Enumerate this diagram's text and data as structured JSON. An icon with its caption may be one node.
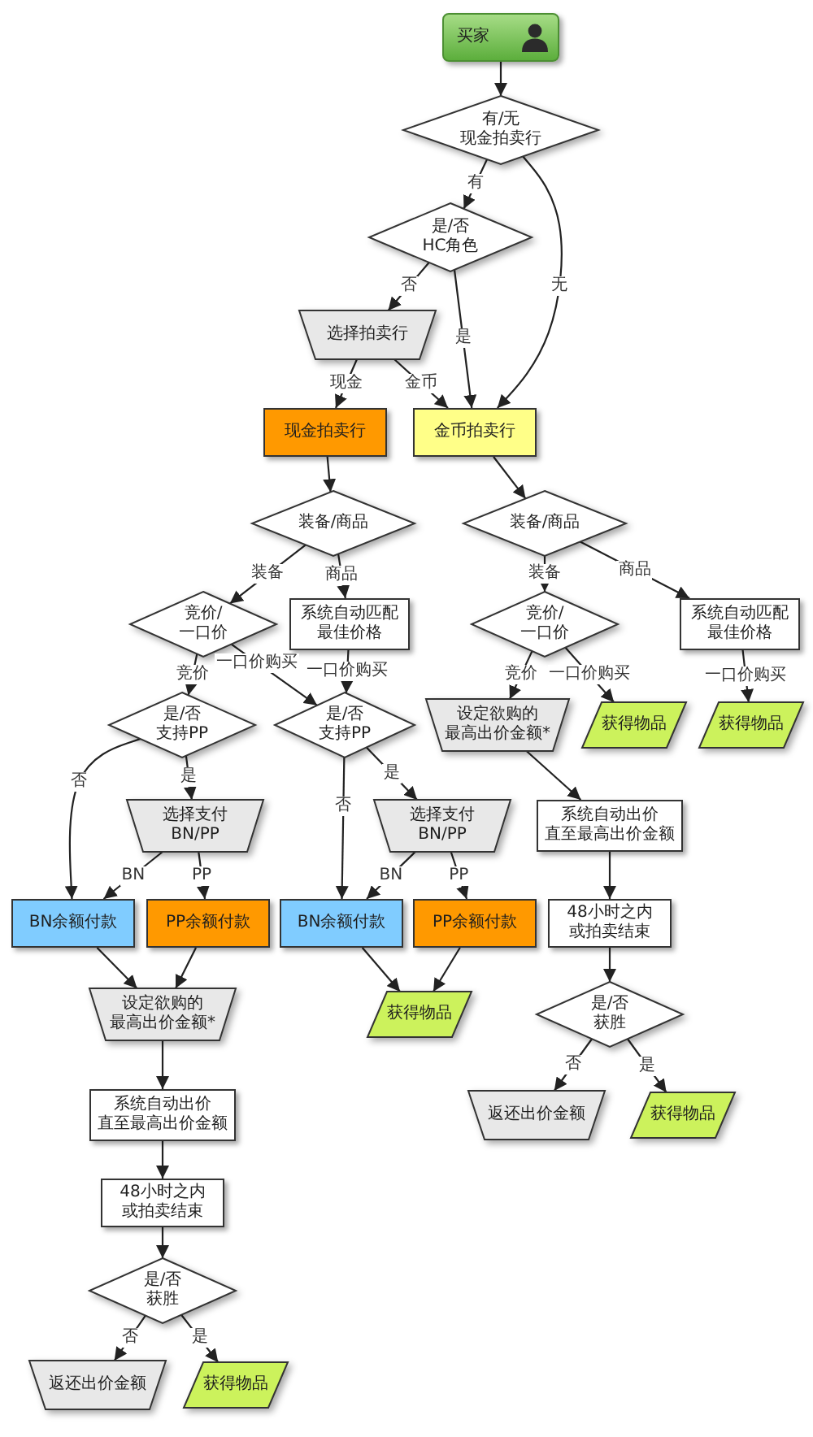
{
  "diagram": {
    "nodes": [
      {
        "text": [
          "买家"
        ]
      },
      {
        "text": [
          "有/无现金拍卖行"
        ]
      },
      {
        "text": [
          "是/否HC角色"
        ]
      },
      {
        "text": [
          "选择拍卖行"
        ]
      },
      {
        "text": [
          "现金拍卖行"
        ]
      },
      {
        "text": [
          "金币拍卖行"
        ]
      },
      {
        "text": [
          "装备/商品"
        ]
      },
      {
        "text": [
          "装备/商品"
        ]
      },
      {
        "text": [
          "竞价/一口价"
        ]
      },
      {
        "text": [
          "系统自动匹配最佳价格"
        ]
      },
      {
        "text": [
          "竞价/一口价"
        ]
      },
      {
        "text": [
          "系统自动匹配最佳价格"
        ]
      },
      {
        "text": [
          "是/否支持PP"
        ]
      },
      {
        "text": [
          "是/否支持PP"
        ]
      },
      {
        "text": [
          "设定欲购的最高出价金额*"
        ]
      },
      {
        "text": [
          "获得物品"
        ]
      },
      {
        "text": [
          "获得物品"
        ]
      },
      {
        "text": [
          "选择支付BN/PP"
        ]
      },
      {
        "text": [
          "选择支付BN/PP"
        ]
      },
      {
        "text": [
          "系统自动出价直至最高出价金额"
        ]
      },
      {
        "text": [
          "BN余额付款"
        ]
      },
      {
        "text": [
          "PP余额付款"
        ]
      },
      {
        "text": [
          "BN余额付款"
        ]
      },
      {
        "text": [
          "PP余额付款"
        ]
      },
      {
        "text": [
          "48小时之内或拍卖结束"
        ]
      },
      {
        "text": [
          "设定欲购的最高出价金额*"
        ]
      },
      {
        "text": [
          "获得物品"
        ]
      },
      {
        "text": [
          "是/否获胜"
        ]
      },
      {
        "text": [
          "返还出价金额"
        ]
      },
      {
        "text": [
          "获得物品"
        ]
      },
      {
        "text": [
          "系统自动出价直至最高出价金额"
        ]
      },
      {
        "text": [
          "48小时之内或拍卖结束"
        ]
      },
      {
        "text": [
          "是/否获胜"
        ]
      },
      {
        "text": [
          "返还出价金额"
        ]
      },
      {
        "text": [
          "获得物品"
        ]
      }
    ],
    "edges": [
      {
        "from": 0,
        "to": 1,
        "arrow": "to"
      },
      {
        "from": 1,
        "to": 2,
        "arrow": "to",
        "label": "有"
      },
      {
        "from": 1,
        "to": 5,
        "arrow": "to",
        "label": "无"
      },
      {
        "from": 2,
        "to": 3,
        "arrow": "to",
        "label": "否"
      },
      {
        "from": 2,
        "to": 5,
        "arrow": "to",
        "label": "是"
      },
      {
        "from": 3,
        "to": 4,
        "arrow": "to",
        "label": "现金"
      },
      {
        "from": 3,
        "to": 5,
        "arrow": "to",
        "label": "金币"
      },
      {
        "from": 4,
        "to": 6,
        "arrow": "to"
      },
      {
        "from": 5,
        "to": 7,
        "arrow": "to"
      },
      {
        "from": 6,
        "to": 8,
        "arrow": "to",
        "label": "装备"
      },
      {
        "from": 6,
        "to": 9,
        "arrow": "to",
        "label": "商品"
      },
      {
        "from": 7,
        "to": 10,
        "arrow": "to",
        "label": "装备"
      },
      {
        "from": 7,
        "to": 11,
        "arrow": "to",
        "label": "商品"
      },
      {
        "from": 8,
        "to": 12,
        "arrow": "to",
        "label": "竞价"
      },
      {
        "from": 8,
        "to": 13,
        "arrow": "to",
        "label": "一口价购买"
      },
      {
        "from": 9,
        "to": 13,
        "arrow": "to",
        "label": "一口价购买"
      },
      {
        "from": 10,
        "to": 14,
        "arrow": "to",
        "label": "竞价"
      },
      {
        "from": 10,
        "to": 15,
        "arrow": "to",
        "label": "一口价购买"
      },
      {
        "from": 11,
        "to": 16,
        "arrow": "to",
        "label": "一口价购买"
      },
      {
        "from": 12,
        "to": 20,
        "arrow": "to",
        "label": "否"
      },
      {
        "from": 12,
        "to": 17,
        "arrow": "to",
        "label": "是"
      },
      {
        "from": 13,
        "to": 22,
        "arrow": "to",
        "label": "否"
      },
      {
        "from": 13,
        "to": 18,
        "arrow": "to",
        "label": "是"
      },
      {
        "from": 14,
        "to": 19,
        "arrow": "to"
      },
      {
        "from": 17,
        "to": 20,
        "arrow": "to",
        "label": "BN"
      },
      {
        "from": 17,
        "to": 21,
        "arrow": "to",
        "label": "PP"
      },
      {
        "from": 18,
        "to": 22,
        "arrow": "to",
        "label": "BN"
      },
      {
        "from": 18,
        "to": 23,
        "arrow": "to",
        "label": "PP"
      },
      {
        "from": 19,
        "to": 24,
        "arrow": "to"
      },
      {
        "from": 20,
        "to": 25,
        "arrow": "to"
      },
      {
        "from": 21,
        "to": 25,
        "arrow": "to"
      },
      {
        "from": 22,
        "to": 26,
        "arrow": "to"
      },
      {
        "from": 23,
        "to": 26,
        "arrow": "to"
      },
      {
        "from": 24,
        "to": 27,
        "arrow": "to"
      },
      {
        "from": 27,
        "to": 28,
        "arrow": "to",
        "label": "否"
      },
      {
        "from": 27,
        "to": 29,
        "arrow": "to",
        "label": "是"
      },
      {
        "from": 25,
        "to": 30,
        "arrow": "to"
      },
      {
        "from": 30,
        "to": 31,
        "arrow": "to"
      },
      {
        "from": 31,
        "to": 32,
        "arrow": "to"
      },
      {
        "from": 32,
        "to": 33,
        "arrow": "to",
        "label": "否"
      },
      {
        "from": 32,
        "to": 34,
        "arrow": "to",
        "label": "是"
      }
    ]
  }
}
